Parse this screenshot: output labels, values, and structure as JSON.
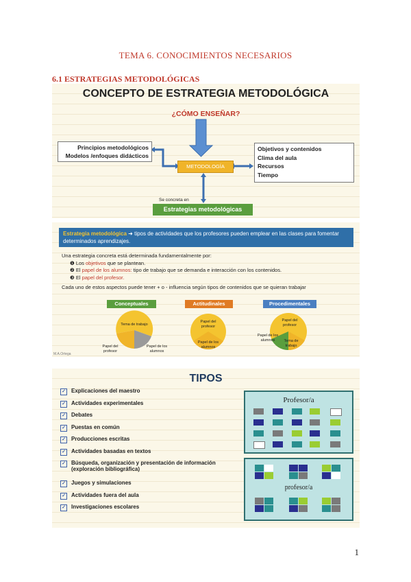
{
  "doc": {
    "title": "TEMA 6. CONOCIMIENTOS NECESARIOS",
    "section": "6.1 ESTRATEGIAS METODOLÓGICAS",
    "page_number": "1"
  },
  "slide1": {
    "title": "CONCEPTO DE ESTRATEGIA METODOLÓGICA",
    "question": "¿CÓMO ENSEÑAR?",
    "left_lines": [
      "Principios metodológicos",
      "Modelos /enfoques didácticos"
    ],
    "center": "METODOLOGÍA",
    "right_lines": [
      "Objetivos y contenidos",
      "Clima del aula",
      "Recursos",
      "Tiempo"
    ],
    "concreta": "Se concreta en",
    "strategies": "Estrategias metodológicas"
  },
  "slide2": {
    "banner_highlight": "Estrategia metodológica",
    "banner_text": " tipos de actividades que los profesores pueden emplear en las clases para fomentar determinados aprendizajes.",
    "intro": "Una estrategia concreta está determinada fundamentalmente por:",
    "items": [
      {
        "num": "1",
        "pre": "Los ",
        "key": "objetivos",
        "post": " que se plantean."
      },
      {
        "num": "2",
        "pre": "El ",
        "key": "papel de los alumnos:",
        "post": " tipo de trabajo que se demanda e interacción con los contenidos."
      },
      {
        "num": "3",
        "pre": "El ",
        "key": "papel del profesor.",
        "post": ""
      }
    ],
    "footer": "Cada uno de estos aspectos puede tener + o - influencia según tipos de contenidos que se quieran trabajar",
    "tags": [
      {
        "label": "Conceptuales",
        "color": "#5a9e3e"
      },
      {
        "label": "Actitudinales",
        "color": "#e07b24"
      },
      {
        "label": "Procedimentales",
        "color": "#4a7fc1"
      }
    ],
    "pie1": {
      "a": "Tema de trabajo",
      "b": "Papel del profesor",
      "c": "Papel de los alumnos"
    },
    "pie2": {
      "a": "Papel del profesor",
      "b": "Papel de los alumnos"
    },
    "pie3": {
      "a": "Papel del profesor",
      "b": "Papel de los alumnos",
      "c": "Tema de trabajo"
    },
    "corner": "M.A.Ortega"
  },
  "slide3": {
    "title": "TIPOS",
    "items": [
      "Explicaciones del maestro",
      "Actividades experimentales",
      "Debates",
      "Puestas en común",
      "Producciones escritas",
      "Actividades basadas en textos",
      "Búsqueda, organización y presentación de información (exploración bibliográfica)",
      "Juegos y simulaciones",
      "Actividades fuera del aula",
      "Investigaciones escolares"
    ],
    "panel1_title": "Profesor/a",
    "panel2_title": "profesor/a",
    "colors": {
      "blue": "#2a2f8f",
      "teal": "#2a8f8f",
      "gray": "#7a7a7a",
      "green": "#9acd32",
      "white": "#ffffff"
    }
  }
}
